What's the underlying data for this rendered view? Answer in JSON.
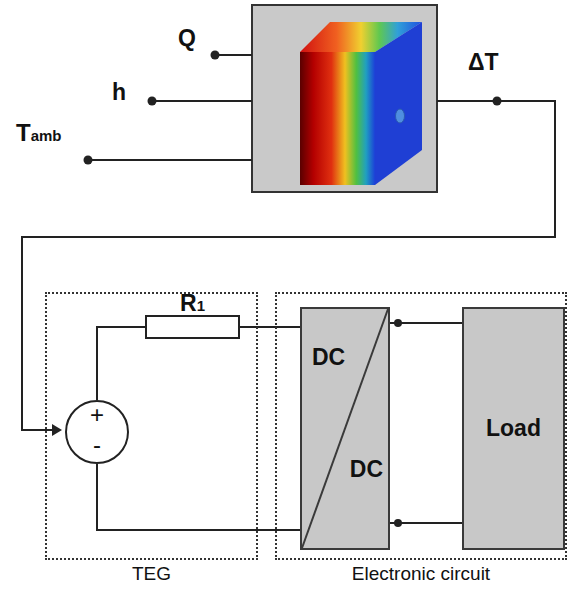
{
  "diagram": {
    "nodes": [
      {
        "text": [
          "TEG"
        ]
      },
      {
        "text": [
          "+",
          "-"
        ],
        "in": 0
      },
      {
        "text": [
          "R1"
        ],
        "in": 0
      },
      {
        "text": [
          "Electronic circuit"
        ]
      },
      {
        "text": [
          "DC",
          "DC"
        ],
        "in": 3
      },
      {
        "text": [
          "Load"
        ],
        "in": 3
      }
    ],
    "edges": [
      {
        "from": 1,
        "to": 2,
        "arrow": "none"
      },
      {
        "from": 2,
        "to": 4,
        "arrow": "none"
      },
      {
        "from": 1,
        "to": 4,
        "arrow": "none"
      },
      {
        "from": 4,
        "to": 5,
        "arrow": "none"
      },
      {
        "from": 4,
        "to": 5,
        "arrow": "none"
      }
    ],
    "labels": [
      "Q",
      "h",
      "Tamb",
      "ΔT"
    ]
  }
}
